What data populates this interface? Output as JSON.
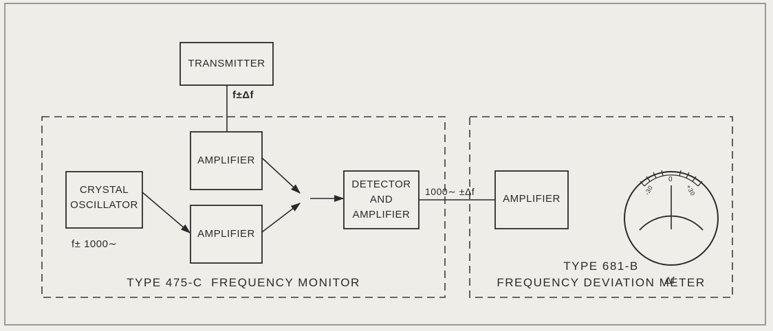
{
  "diagram": {
    "blocks": {
      "transmitter": "TRANSMITTER",
      "amplifier_top": "AMPLIFIER",
      "crystal_oscillator": [
        "CRYSTAL",
        "OSCILLATOR"
      ],
      "amplifier_bottom": "AMPLIFIER",
      "detector": [
        "DETECTOR",
        "AND",
        "AMPLIFIER"
      ],
      "amplifier_meter": "AMPLIFIER"
    },
    "signals": {
      "transmitter_output": "f±Δf",
      "oscillator_output": "f± 1000∼",
      "detector_output": "1000∼ ±Δf",
      "meter_label": "Δf"
    },
    "meter_scale": [
      "-30",
      "0",
      "+30"
    ],
    "groups": {
      "frequency_monitor": "TYPE 475-C  FREQUENCY MONITOR",
      "deviation_meter": [
        "TYPE 681-B",
        "FREQUENCY DEVIATION METER"
      ]
    }
  }
}
